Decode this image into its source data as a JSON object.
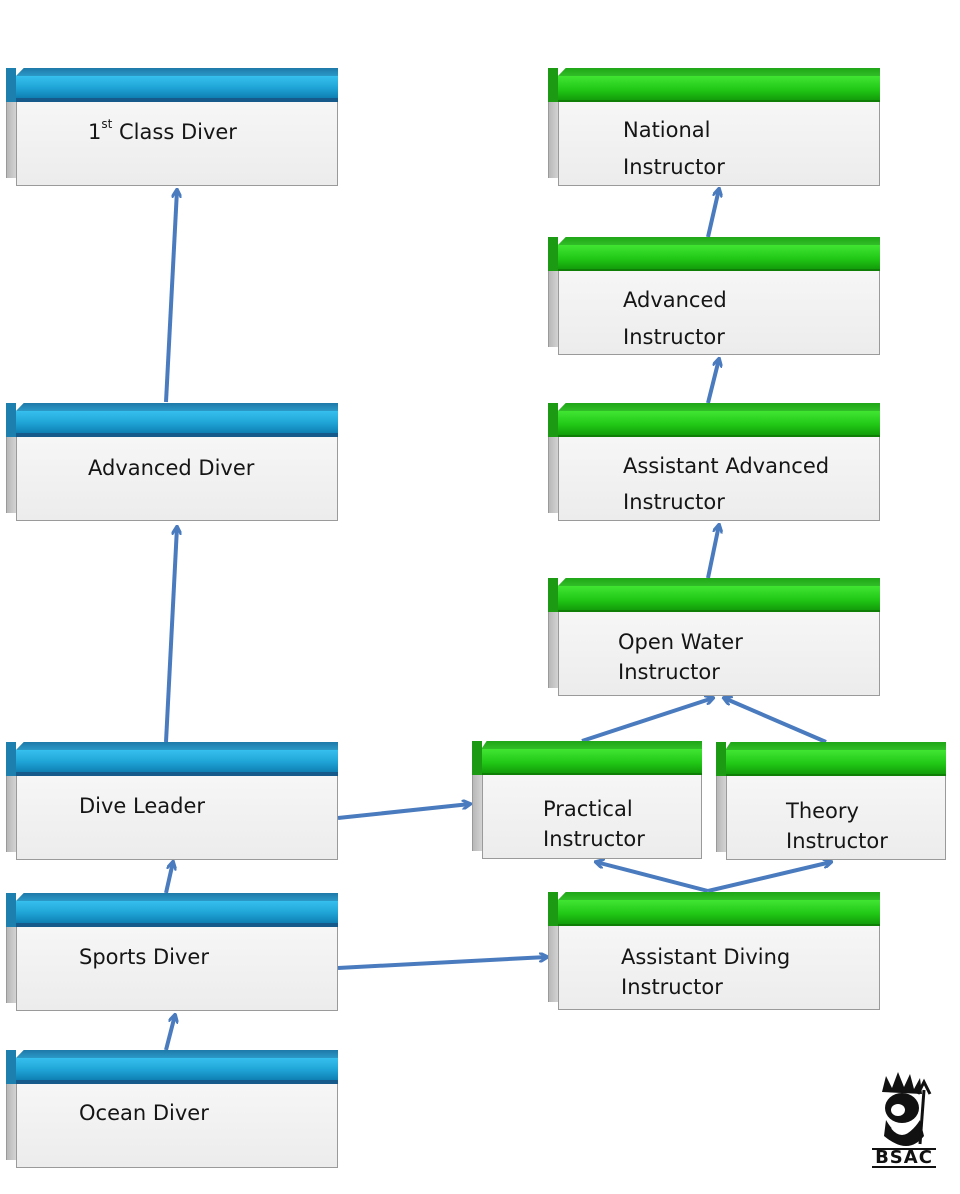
{
  "diver_track": {
    "first_class": {
      "base": "1",
      "sup": "st",
      "rest": " Class Diver"
    },
    "advanced_diver": "Advanced Diver",
    "dive_leader": "Dive Leader",
    "sports_diver": "Sports Diver",
    "ocean_diver": "Ocean Diver"
  },
  "instructor_track": {
    "national": [
      "National",
      "Instructor"
    ],
    "advanced": [
      "Advanced",
      "Instructor"
    ],
    "assistant_advanced": [
      "Assistant Advanced",
      "Instructor"
    ],
    "open_water": [
      "Open Water",
      "Instructor"
    ],
    "practical": [
      "Practical",
      "Instructor"
    ],
    "theory": [
      "Theory",
      "Instructor"
    ],
    "assistant_diving": [
      "Assistant Diving",
      "Instructor"
    ]
  },
  "logo": {
    "text": "BSAC",
    "icon": "neptune-emblem-icon"
  },
  "colors": {
    "diver_bar": "#1fa3d6",
    "instructor_bar": "#22c917",
    "arrow": "#4a7bbf"
  }
}
